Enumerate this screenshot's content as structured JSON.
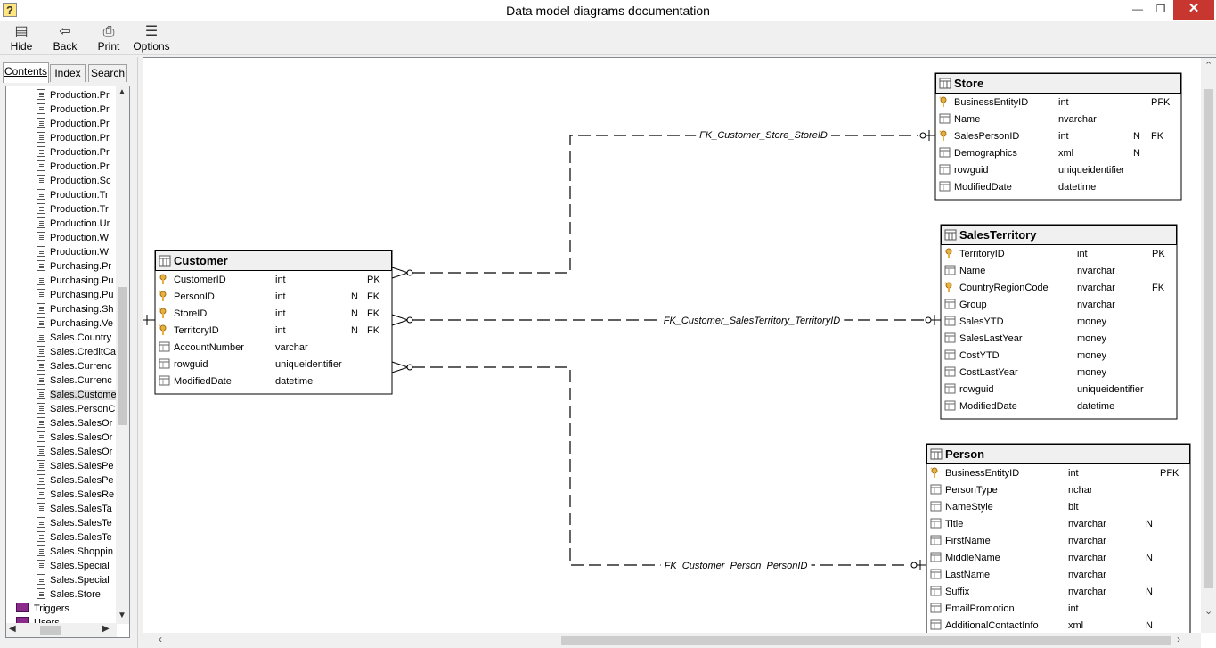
{
  "window": {
    "title": "Data model diagrams documentation",
    "minimize": "—",
    "maximize": "❐",
    "close": "✕",
    "app_icon": "?"
  },
  "toolbar": [
    {
      "label": "Hide",
      "icon": "hide-icon",
      "glyph": "▤"
    },
    {
      "label": "Back",
      "icon": "back-arrow-icon",
      "glyph": "⇦"
    },
    {
      "label": "Print",
      "icon": "printer-icon",
      "glyph": "⎙"
    },
    {
      "label": "Options",
      "icon": "options-icon",
      "glyph": "☰"
    }
  ],
  "nav": {
    "tabs": [
      "Contents",
      "Index",
      "Search"
    ],
    "tree_items": [
      "Production.Pr",
      "Production.Pr",
      "Production.Pr",
      "Production.Pr",
      "Production.Pr",
      "Production.Pr",
      "Production.Sc",
      "Production.Tr",
      "Production.Tr",
      "Production.Ur",
      "Production.W",
      "Production.W",
      "Purchasing.Pr",
      "Purchasing.Pu",
      "Purchasing.Pu",
      "Purchasing.Sh",
      "Purchasing.Ve",
      "Sales.Country",
      "Sales.CreditCa",
      "Sales.Currenc",
      "Sales.Currenc",
      "Sales.Custome",
      "Sales.PersonC",
      "Sales.SalesOr",
      "Sales.SalesOr",
      "Sales.SalesOr",
      "Sales.SalesPe",
      "Sales.SalesPe",
      "Sales.SalesRe",
      "Sales.SalesTa",
      "Sales.SalesTe",
      "Sales.SalesTe",
      "Sales.Shoppin",
      "Sales.Special",
      "Sales.Special",
      "Sales.Store"
    ],
    "selected_item": "Sales.Custome",
    "folders": [
      "Triggers",
      "Users"
    ]
  },
  "diagram": {
    "tables": [
      {
        "name": "Customer",
        "columns": [
          {
            "name": "CustomerID",
            "type": "int",
            "nullable": "",
            "key": "PK",
            "icon": "primary-key-icon"
          },
          {
            "name": "PersonID",
            "type": "int",
            "nullable": "N",
            "key": "FK",
            "icon": "foreign-key-icon"
          },
          {
            "name": "StoreID",
            "type": "int",
            "nullable": "N",
            "key": "FK",
            "icon": "foreign-key-icon"
          },
          {
            "name": "TerritoryID",
            "type": "int",
            "nullable": "N",
            "key": "FK",
            "icon": "foreign-key-icon"
          },
          {
            "name": "AccountNumber",
            "type": "varchar",
            "nullable": "",
            "key": "",
            "icon": "column-icon"
          },
          {
            "name": "rowguid",
            "type": "uniqueidentifier",
            "nullable": "",
            "key": "",
            "icon": "column-icon"
          },
          {
            "name": "ModifiedDate",
            "type": "datetime",
            "nullable": "",
            "key": "",
            "icon": "column-icon"
          }
        ]
      },
      {
        "name": "Store",
        "columns": [
          {
            "name": "BusinessEntityID",
            "type": "int",
            "nullable": "",
            "key": "PFK",
            "icon": "primary-foreign-key-icon"
          },
          {
            "name": "Name",
            "type": "nvarchar",
            "nullable": "",
            "key": "",
            "icon": "column-icon"
          },
          {
            "name": "SalesPersonID",
            "type": "int",
            "nullable": "N",
            "key": "FK",
            "icon": "foreign-key-icon"
          },
          {
            "name": "Demographics",
            "type": "xml",
            "nullable": "N",
            "key": "",
            "icon": "column-icon"
          },
          {
            "name": "rowguid",
            "type": "uniqueidentifier",
            "nullable": "",
            "key": "",
            "icon": "column-icon"
          },
          {
            "name": "ModifiedDate",
            "type": "datetime",
            "nullable": "",
            "key": "",
            "icon": "column-icon"
          }
        ]
      },
      {
        "name": "SalesTerritory",
        "columns": [
          {
            "name": "TerritoryID",
            "type": "int",
            "nullable": "",
            "key": "PK",
            "icon": "primary-key-icon"
          },
          {
            "name": "Name",
            "type": "nvarchar",
            "nullable": "",
            "key": "",
            "icon": "column-icon"
          },
          {
            "name": "CountryRegionCode",
            "type": "nvarchar",
            "nullable": "",
            "key": "FK",
            "icon": "foreign-key-icon"
          },
          {
            "name": "Group",
            "type": "nvarchar",
            "nullable": "",
            "key": "",
            "icon": "column-icon"
          },
          {
            "name": "SalesYTD",
            "type": "money",
            "nullable": "",
            "key": "",
            "icon": "column-icon"
          },
          {
            "name": "SalesLastYear",
            "type": "money",
            "nullable": "",
            "key": "",
            "icon": "column-icon"
          },
          {
            "name": "CostYTD",
            "type": "money",
            "nullable": "",
            "key": "",
            "icon": "column-icon"
          },
          {
            "name": "CostLastYear",
            "type": "money",
            "nullable": "",
            "key": "",
            "icon": "column-icon"
          },
          {
            "name": "rowguid",
            "type": "uniqueidentifier",
            "nullable": "",
            "key": "",
            "icon": "column-icon"
          },
          {
            "name": "ModifiedDate",
            "type": "datetime",
            "nullable": "",
            "key": "",
            "icon": "column-icon"
          }
        ]
      },
      {
        "name": "Person",
        "columns": [
          {
            "name": "BusinessEntityID",
            "type": "int",
            "nullable": "",
            "key": "PFK",
            "icon": "primary-foreign-key-icon"
          },
          {
            "name": "PersonType",
            "type": "nchar",
            "nullable": "",
            "key": "",
            "icon": "column-icon"
          },
          {
            "name": "NameStyle",
            "type": "bit",
            "nullable": "",
            "key": "",
            "icon": "column-icon"
          },
          {
            "name": "Title",
            "type": "nvarchar",
            "nullable": "N",
            "key": "",
            "icon": "column-icon"
          },
          {
            "name": "FirstName",
            "type": "nvarchar",
            "nullable": "",
            "key": "",
            "icon": "column-icon"
          },
          {
            "name": "MiddleName",
            "type": "nvarchar",
            "nullable": "N",
            "key": "",
            "icon": "column-icon"
          },
          {
            "name": "LastName",
            "type": "nvarchar",
            "nullable": "",
            "key": "",
            "icon": "column-icon"
          },
          {
            "name": "Suffix",
            "type": "nvarchar",
            "nullable": "N",
            "key": "",
            "icon": "column-icon"
          },
          {
            "name": "EmailPromotion",
            "type": "int",
            "nullable": "",
            "key": "",
            "icon": "column-icon"
          },
          {
            "name": "AdditionalContactInfo",
            "type": "xml",
            "nullable": "N",
            "key": "",
            "icon": "column-icon"
          }
        ]
      }
    ],
    "relationships": [
      {
        "name": "FK_Customer_Store_StoreID",
        "from": "Customer",
        "to": "Store"
      },
      {
        "name": "FK_Customer_SalesTerritory_TerritoryID",
        "from": "Customer",
        "to": "SalesTerritory"
      },
      {
        "name": "FK_Customer_Person_PersonID",
        "from": "Customer",
        "to": "Person"
      }
    ],
    "colors": {
      "key_icon": "#e8b040",
      "header_bg": "#f0f0f0",
      "line": "#000000",
      "selected_item": "#dddddd"
    }
  }
}
